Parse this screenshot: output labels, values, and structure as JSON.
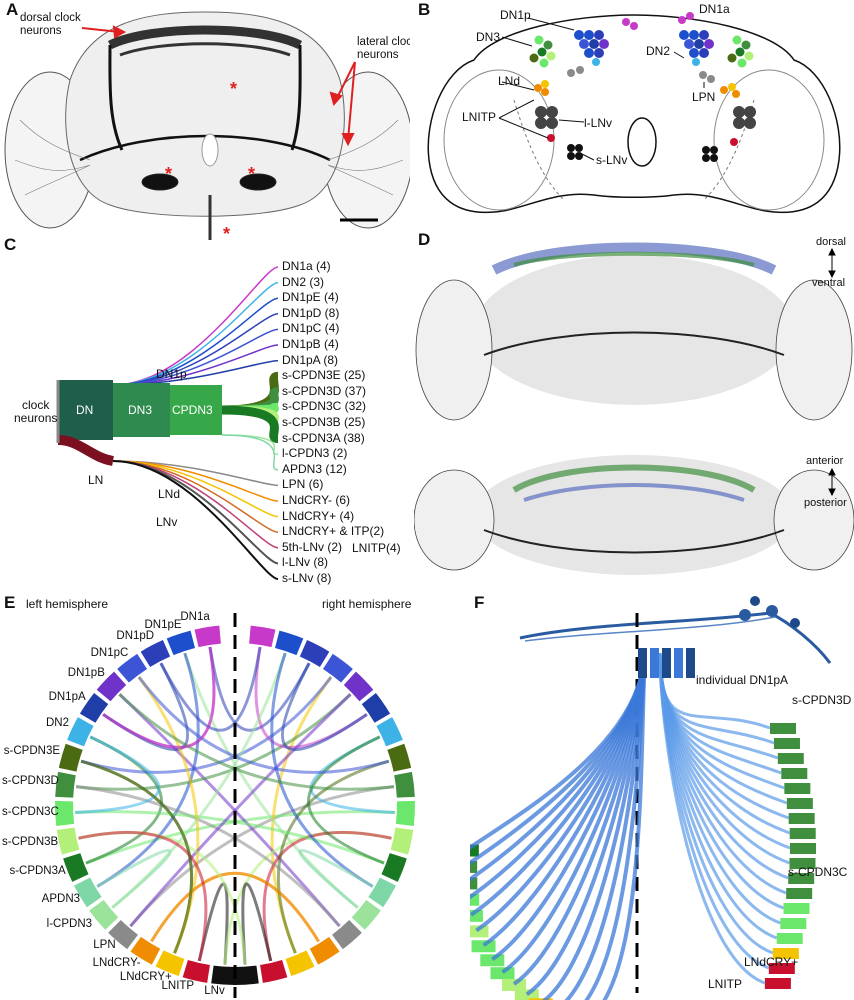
{
  "panels": {
    "A": {
      "label": "A",
      "dorsal": "dorsal clock\nneurons",
      "lateral": "lateral clock\nneurons"
    },
    "B": {
      "label": "B",
      "dn1p": "DN1p",
      "dn1a": "DN1a",
      "dn3": "DN3",
      "dn2": "DN2",
      "lnd": "LNd",
      "lnitp": "LNITP",
      "llnv": "l-LNv",
      "slnv": "s-LNv",
      "lpn": "LPN"
    },
    "C": {
      "label": "C",
      "root": "clock\nneurons",
      "dn": "DN",
      "dn3": "DN3",
      "cpdn3": "CPDN3",
      "dn1p": "DN1p",
      "ln": "LN",
      "lnd": "LNd",
      "lnv": "LNv",
      "lnitp_group": "LNITP(4)",
      "leaves": [
        {
          "name": "DN1a (4)",
          "color": "#c73ac9"
        },
        {
          "name": "DN2 (3)",
          "color": "#3cb2e6"
        },
        {
          "name": "DN1pE (4)",
          "color": "#1d4fcc"
        },
        {
          "name": "DN1pD (8)",
          "color": "#2c3fb8"
        },
        {
          "name": "DN1pC (4)",
          "color": "#3b55d6"
        },
        {
          "name": "DN1pB (4)",
          "color": "#6f33c9"
        },
        {
          "name": "DN1pA (8)",
          "color": "#1f3ea8"
        },
        {
          "name": "s-CPDN3E (25)",
          "color": "#4b6b12"
        },
        {
          "name": "s-CPDN3D (37)",
          "color": "#3f8f3f"
        },
        {
          "name": "s-CPDN3C (32)",
          "color": "#6be86b"
        },
        {
          "name": "s-CPDN3B (25)",
          "color": "#b3f07a"
        },
        {
          "name": "s-CPDN3A (38)",
          "color": "#1a7a24"
        },
        {
          "name": "l-CPDN3 (2)",
          "color": "#9be39b"
        },
        {
          "name": "APDN3 (12)",
          "color": "#7fd7a8"
        },
        {
          "name": "LPN (6)",
          "color": "#8a8a8a"
        },
        {
          "name": "LNdCRY- (6)",
          "color": "#f08c00"
        },
        {
          "name": "LNdCRY+ (4)",
          "color": "#f5c400"
        },
        {
          "name": "LNdCRY+ & ITP(2)",
          "color": "#d2691e"
        },
        {
          "name": "5th-LNv (2)",
          "color": "#c0407a"
        },
        {
          "name": "l-LNv (8)",
          "color": "#555555"
        },
        {
          "name": "s-LNv (8)",
          "color": "#111111"
        }
      ]
    },
    "D": {
      "label": "D",
      "dorsal": "dorsal",
      "ventral": "ventral",
      "anterior": "anterior",
      "posterior": "posterior"
    },
    "E": {
      "label": "E",
      "left": "left hemisphere",
      "right": "right hemisphere",
      "labels": [
        "DN1a",
        "DN1pE",
        "DN1pD",
        "DN1pC",
        "DN1pB",
        "DN1pA",
        "DN2",
        "s-CPDN3E",
        "s-CPDN3D",
        "s-CPDN3C",
        "s-CPDN3B",
        "s-CPDN3A",
        "APDN3",
        "l-CPDN3",
        "LPN",
        "LNdCRY-",
        "LNdCRY+",
        "LNITP",
        "LNv"
      ]
    },
    "F": {
      "label": "F",
      "individual": "individual DN1pA",
      "cpdn3d": "s-CPDN3D",
      "cpdn3c": "s-CPDN3C",
      "lndcry": "LNdCRY+",
      "lnitp": "LNITP"
    }
  },
  "colors": {
    "dn_dark": "#1f5e4a",
    "dn3": "#2f8a4f",
    "cpdn3": "#36a84a",
    "ln": "#7a1020",
    "dn1p_blue": "#1d4fcc",
    "red_star": "#e02020",
    "itp_red": "#c8102e",
    "lightblue": "#3cb2e6",
    "magenta": "#c73ac9"
  }
}
